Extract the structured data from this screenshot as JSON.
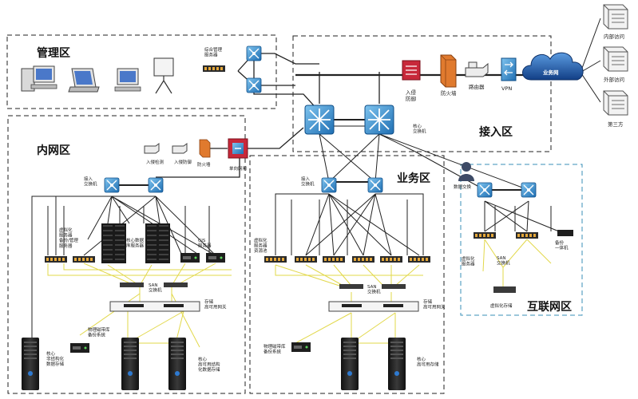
{
  "zones": {
    "management": "管理区",
    "intranet": "内网区",
    "access": "接入区",
    "business": "业务区",
    "internet": "互联网区"
  },
  "labels": {
    "mgmt_server": "综合管理\n服务器",
    "ips": "入侵\n防御",
    "firewall": "防火墙",
    "router": "路由器",
    "vpn": "VPN",
    "business_net": "业务网",
    "internal_access": "内部访问",
    "external_access": "外部访问",
    "third_party": "第三方",
    "core_switch": "核心\n交换机",
    "intrusion_detect": "入侵检测",
    "intrusion_defense": "入侵防御",
    "firewall2": "防火墙",
    "one_way_gate": "单向网闸",
    "access_switch_intranet": "接入\n交换机",
    "virt_server_intranet": "虚拟化\n服务器\n备份/管理\n服务器",
    "core_db_server": "核心数据\n库服务器",
    "gis_server": "GIS\n服务器",
    "san_switch_intranet": "SAN\n交换机",
    "storage_gateway_intranet": "存储\n高可用网关",
    "tape_intranet": "物理磁带库\n备份系统",
    "core_storage_intranet": "核心\n非结构化\n数据存储",
    "core_storage2_intranet": "核心\n高可用结构\n化数据存储",
    "access_switch_business": "接入\n交换机",
    "virt_server_business": "虚拟化\n服务器\n资源池",
    "san_switch_business": "SAN\n交换机",
    "storage_gateway_business": "存储\n高可用网关",
    "tape_business": "物理磁带库\n备份系统",
    "core_storage_business": "核心\n高可用存储",
    "data_exchange": "数据交换",
    "virt_server_internet": "虚拟化\n服务器",
    "san_switch_internet": "SAN\n交换机",
    "all_in_one": "备份\n一体机",
    "virt_storage_internet": "虚拟化存储"
  },
  "colors": {
    "dashed_border": "#222222",
    "internet_border": "#3a8fb7",
    "switch_blue": "#2a7fc0",
    "cloud_blue": "#1f5fa8",
    "firewall_orange": "#e07a2e",
    "ips_red": "#c8283a",
    "cable_yellow": "#e2d84a",
    "cable_dark": "#222222"
  }
}
